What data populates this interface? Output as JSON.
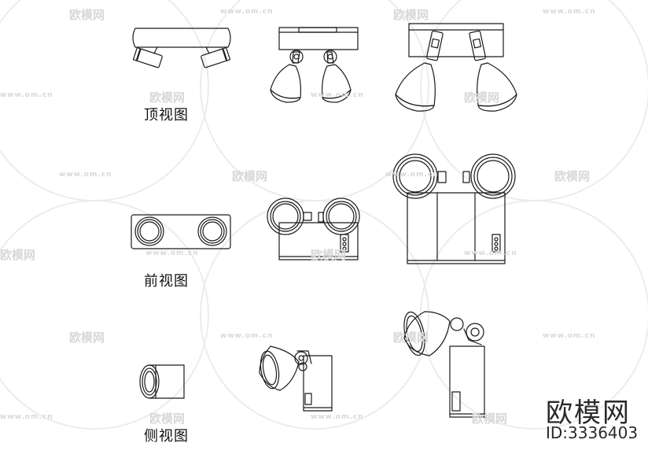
{
  "labels": {
    "top_view": "顶视图",
    "front_view": "前视图",
    "side_view": "侧视图"
  },
  "brand": {
    "name": "欧模网",
    "model_id": "ID:3336403"
  },
  "watermark": {
    "name": "欧模网",
    "url": "www.om.cn"
  },
  "colors": {
    "line": "#1a1a1a",
    "watermark": "#d8d8d8"
  }
}
